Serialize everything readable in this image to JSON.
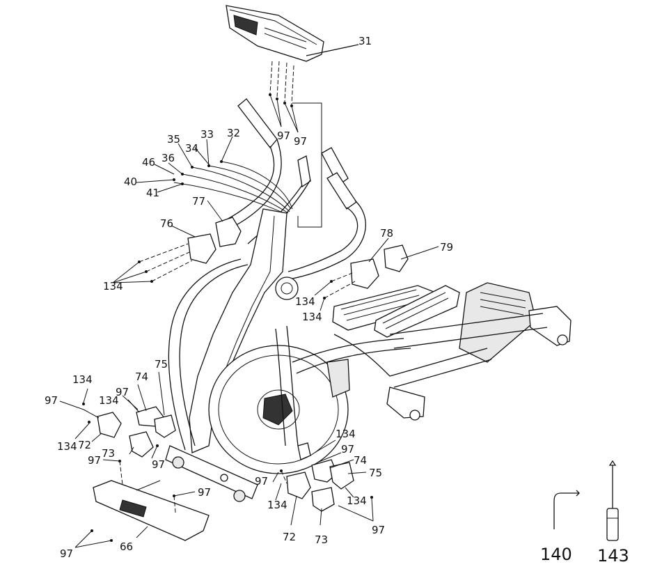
{
  "labels": {
    "l31": "31",
    "l97a": "97",
    "l97b": "97",
    "l35": "35",
    "l33": "33",
    "l32": "32",
    "l34": "34",
    "l46": "46",
    "l36": "36",
    "l40": "40",
    "l41": "41",
    "l77": "77",
    "l76": "76",
    "l134a": "134",
    "l78": "78",
    "l79": "79",
    "l134b": "134",
    "l134c": "134",
    "l75a": "75",
    "l74a": "74",
    "l134d": "134",
    "l97c": "97",
    "l134e": "134",
    "l97d": "97",
    "l134f": "134",
    "l72a": "72",
    "l73a": "73",
    "l97e": "97",
    "l97f": "97",
    "l97g": "97",
    "l66": "66",
    "l97h": "97",
    "l134g": "134",
    "l97i": "97",
    "l74b": "74",
    "l75b": "75",
    "l134h": "134",
    "l97j": "97",
    "l134i": "134",
    "l72b": "72",
    "l73b": "73",
    "l97k": "97"
  },
  "tools": {
    "t140": "140",
    "t143": "143"
  }
}
